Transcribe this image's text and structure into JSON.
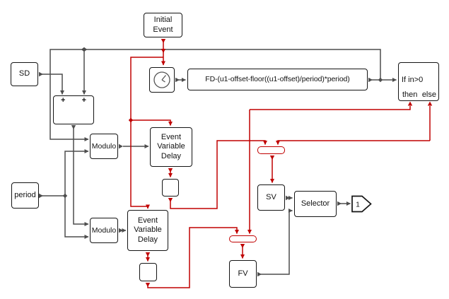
{
  "colors": {
    "signal_wire": "#4d4d4d",
    "event_wire": "#c00000",
    "block_border": "#141414",
    "background": "#ffffff"
  },
  "blocks": {
    "initial_event": {
      "label": "Initial\nEvent"
    },
    "sd": {
      "label": "SD"
    },
    "adder": {
      "plus_left": "+",
      "plus_right": "+"
    },
    "clock": {
      "icon": "analog-clock"
    },
    "expression": {
      "label": "FD-(u1-offset-floor((u1-offset)/period)*period)"
    },
    "if_block": {
      "condition": "If in>0",
      "then_label": "then",
      "else_label": "else"
    },
    "modulo_top": {
      "label": "Modulo"
    },
    "modulo_bottom": {
      "label": "Modulo"
    },
    "period": {
      "label": "period"
    },
    "event_variable_delay_top": {
      "label": "Event\nVariable\nDelay"
    },
    "event_variable_delay_bottom": {
      "label": "Event\nVariable\nDelay"
    },
    "sv": {
      "label": "SV"
    },
    "fv": {
      "label": "FV"
    },
    "selector": {
      "label": "Selector"
    },
    "output_port": {
      "label": "1"
    }
  }
}
